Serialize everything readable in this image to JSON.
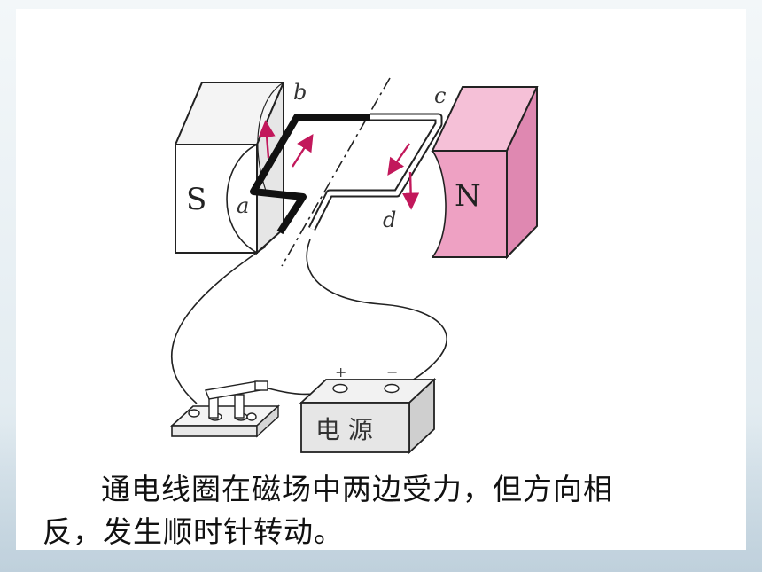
{
  "diagram": {
    "magnet_s_label": "S",
    "magnet_n_label": "N",
    "corner_a": "a",
    "corner_b": "b",
    "corner_c": "c",
    "corner_d": "d",
    "battery_label": "电 源",
    "battery_plus": "+",
    "battery_minus": "−"
  },
  "caption": {
    "line1": "通电线圈在磁场中两边受力，但方向相",
    "line2": "反，发生顺时针转动。"
  },
  "colors": {
    "magnet_n": "#eea1c3",
    "arrow": "#c2185b",
    "battery": "#e6e6e6"
  }
}
